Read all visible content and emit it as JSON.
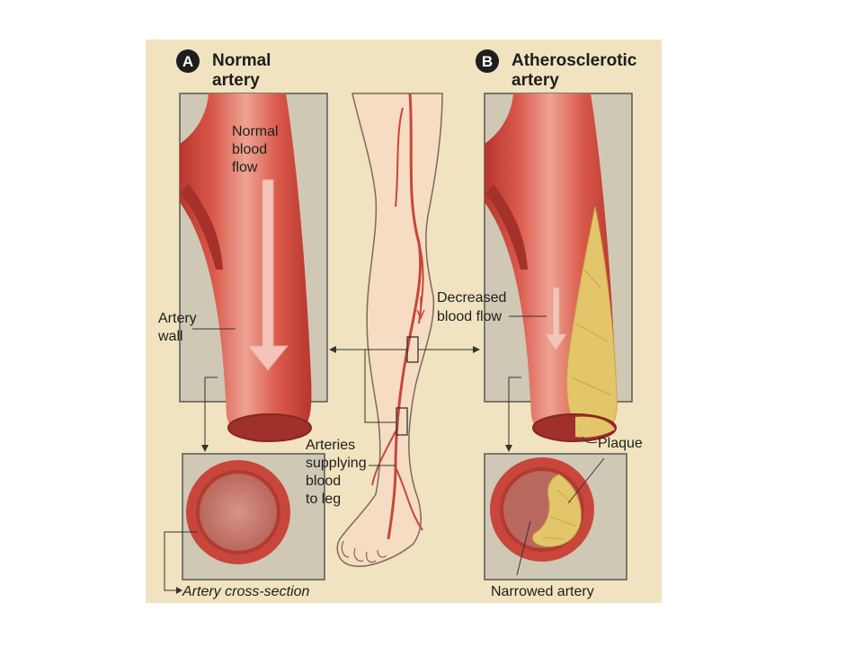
{
  "panel_a": {
    "badge": "A",
    "title_line1": "Normal",
    "title_line2": "artery",
    "flow_label_line1": "Normal",
    "flow_label_line2": "blood",
    "flow_label_line3": "flow",
    "wall_label_line1": "Artery",
    "wall_label_line2": "wall",
    "cross_section_label": "Artery cross-section"
  },
  "panel_b": {
    "badge": "B",
    "title_line1": "Atherosclerotic",
    "title_line2": "artery",
    "flow_label_line1": "Decreased",
    "flow_label_line2": "blood flow",
    "plaque_label": "Plaque",
    "narrowed_label": "Narrowed artery"
  },
  "leg": {
    "label_line1": "Arteries",
    "label_line2": "supplying",
    "label_line3": "blood",
    "label_line4": "to leg"
  },
  "colors": {
    "background": "#f1e3bf",
    "artery_red": "#c8463b",
    "artery_light": "#e38e7f",
    "plaque_yellow": "#e4c66a",
    "skin": "#f6dcc2",
    "box_gray": "#cfc8b5"
  }
}
